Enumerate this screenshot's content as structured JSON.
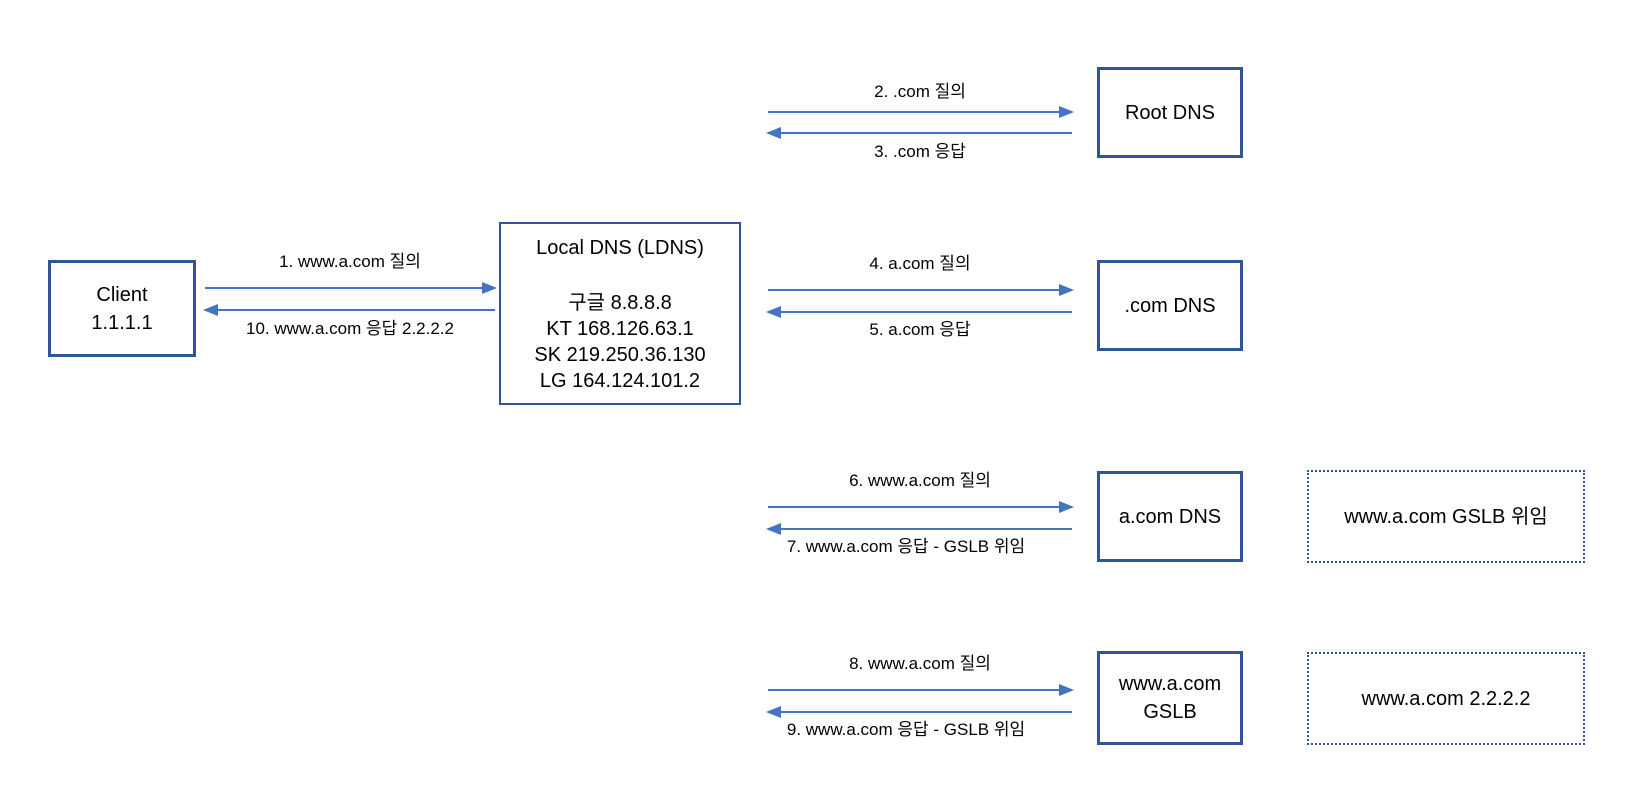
{
  "colors": {
    "background": "#ffffff",
    "box_border": "#2f5597",
    "arrow": "#4472c4",
    "text": "#000000"
  },
  "boxes": {
    "client": {
      "line1": "Client",
      "line2": "1.1.1.1"
    },
    "ldns": {
      "title": "Local DNS (LDNS)",
      "entries": [
        "구글 8.8.8.8",
        "KT 168.126.63.1",
        "SK 219.250.36.130",
        "LG 164.124.101.2"
      ]
    },
    "root_dns": {
      "line1": "Root DNS"
    },
    "com_dns": {
      "line1": ".com DNS"
    },
    "acom_dns": {
      "line1": "a.com DNS"
    },
    "gslb": {
      "line1": "www.a.com",
      "line2": "GSLB"
    },
    "gslb_delegation": {
      "line1": "www.a.com GSLB 위임"
    },
    "gslb_result": {
      "line1": "www.a.com 2.2.2.2"
    }
  },
  "arrows": {
    "a1": "1. www.a.com 질의",
    "a2": "2. .com 질의",
    "a3": "3. .com 응답",
    "a4": "4. a.com 질의",
    "a5": "5. a.com 응답",
    "a6": "6. www.a.com 질의",
    "a7": "7. www.a.com 응답 - GSLB 위임",
    "a8": "8. www.a.com 질의",
    "a9": "9. www.a.com 응답 - GSLB 위임",
    "a10": "10. www.a.com 응답 2.2.2.2"
  }
}
